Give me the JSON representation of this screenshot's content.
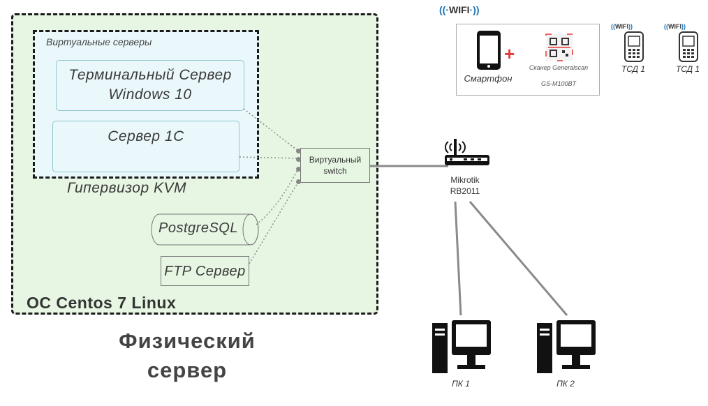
{
  "physical_server": {
    "os_label": "ОС Centos 7 Linux",
    "title_line1": "Физический",
    "title_line2": "сервер"
  },
  "virtual_servers": {
    "header": "Виртуальные серверы",
    "terminal_line1": "Терминальный Сервер",
    "terminal_line2": "Windows 10",
    "server1c": "Сервер 1С"
  },
  "hypervisor_label": "Гипервизор KVM",
  "postgres_label": "PostgreSQL",
  "ftp_label": "FTP Сервер",
  "vswitch": {
    "line1": "Виртуальный",
    "line2": "switch"
  },
  "router": {
    "line1": "Mikrotik",
    "line2": "RB2011"
  },
  "pcs": [
    "ПК 1",
    "ПК 2"
  ],
  "wifi": {
    "badge": "WIFI",
    "smartphone_label": "Смартфон",
    "plus": "+",
    "scanner_line1": "Сканер Generalscan",
    "scanner_line2": "GS-M100BT",
    "tsd1": "ТСД 1",
    "tsd2": "ТСД 1"
  },
  "colors": {
    "green_bg": "#e6f6e3",
    "cyan_bg": "#eaf8fb",
    "line_gray": "#8a8a8a",
    "plus_red": "#e53935",
    "wifi_blue": "#1a73b8"
  }
}
